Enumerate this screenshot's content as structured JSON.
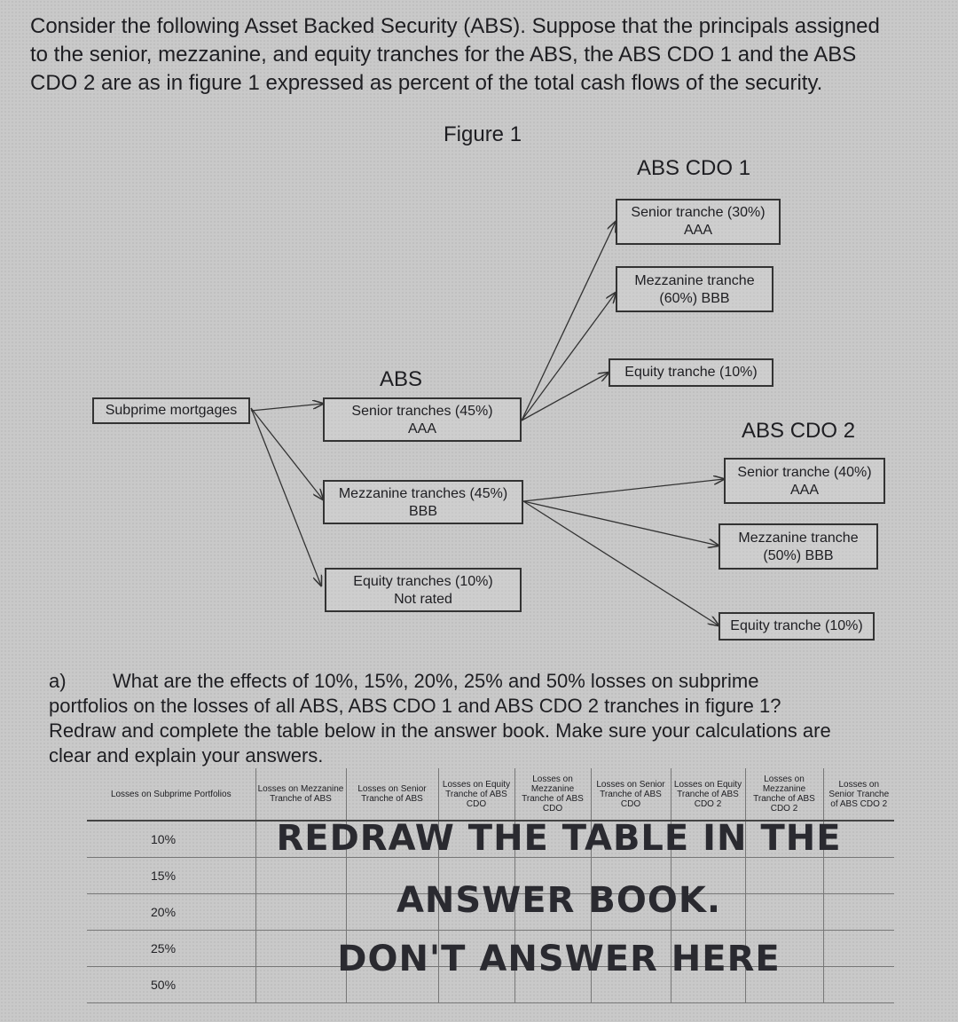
{
  "intro": {
    "line1": "Consider the following Asset Backed Security (ABS). Suppose that the principals assigned",
    "line2": "to the senior, mezzanine, and equity tranches for the ABS, the ABS CDO 1 and the ABS",
    "line3": "CDO 2 are as in figure 1 expressed as percent of the total cash flows of the security."
  },
  "figure": {
    "title": "Figure 1",
    "abs_cdo1_title": "ABS CDO 1",
    "abs_title": "ABS",
    "abs_cdo2_title": "ABS CDO 2",
    "subprime": "Subprime mortgages",
    "abs_senior": [
      "Senior tranches (45%)",
      "AAA"
    ],
    "abs_mezz": [
      "Mezzanine tranches (45%)",
      "BBB"
    ],
    "abs_equity": [
      "Equity tranches (10%)",
      "Not rated"
    ],
    "cdo1_senior": [
      "Senior tranche (30%)",
      "AAA"
    ],
    "cdo1_mezz": [
      "Mezzanine tranche",
      "(60%) BBB"
    ],
    "cdo1_equity": "Equity tranche (10%)",
    "cdo2_senior": [
      "Senior tranche (40%)",
      "AAA"
    ],
    "cdo2_mezz": [
      "Mezzanine tranche",
      "(50%) BBB"
    ],
    "cdo2_equity": "Equity tranche (10%)"
  },
  "question": {
    "label": "a)",
    "line1": "What are the effects of 10%, 15%, 20%, 25% and 50% losses on subprime",
    "line2": "portfolios on the losses of all ABS, ABS CDO 1 and ABS CDO 2 tranches in figure 1?",
    "line3": "Redraw and complete the table below in the answer book. Make sure your calculations are",
    "line4": "clear and explain your answers."
  },
  "table": {
    "headers": [
      "Losses on Subprime Portfolios",
      "Losses on Mezzanine Tranche of ABS",
      "Losses on Senior Tranche of ABS",
      "Losses on Equity Tranche of ABS CDO",
      "Losses on Mezzanine Tranche of ABS CDO",
      "Losses on Senior Tranche of ABS CDO",
      "Losses on Equity Tranche of ABS CDO 2",
      "Losses on Mezzanine Tranche of ABS CDO 2",
      "Losses on Senior Tranche of ABS CDO 2"
    ],
    "rows": [
      "10%",
      "15%",
      "20%",
      "25%",
      "50%"
    ]
  },
  "overlay": {
    "line1": "REDRAW THE TABLE IN THE",
    "line2": "ANSWER BOOK.",
    "line3": "DON'T ANSWER HERE"
  }
}
